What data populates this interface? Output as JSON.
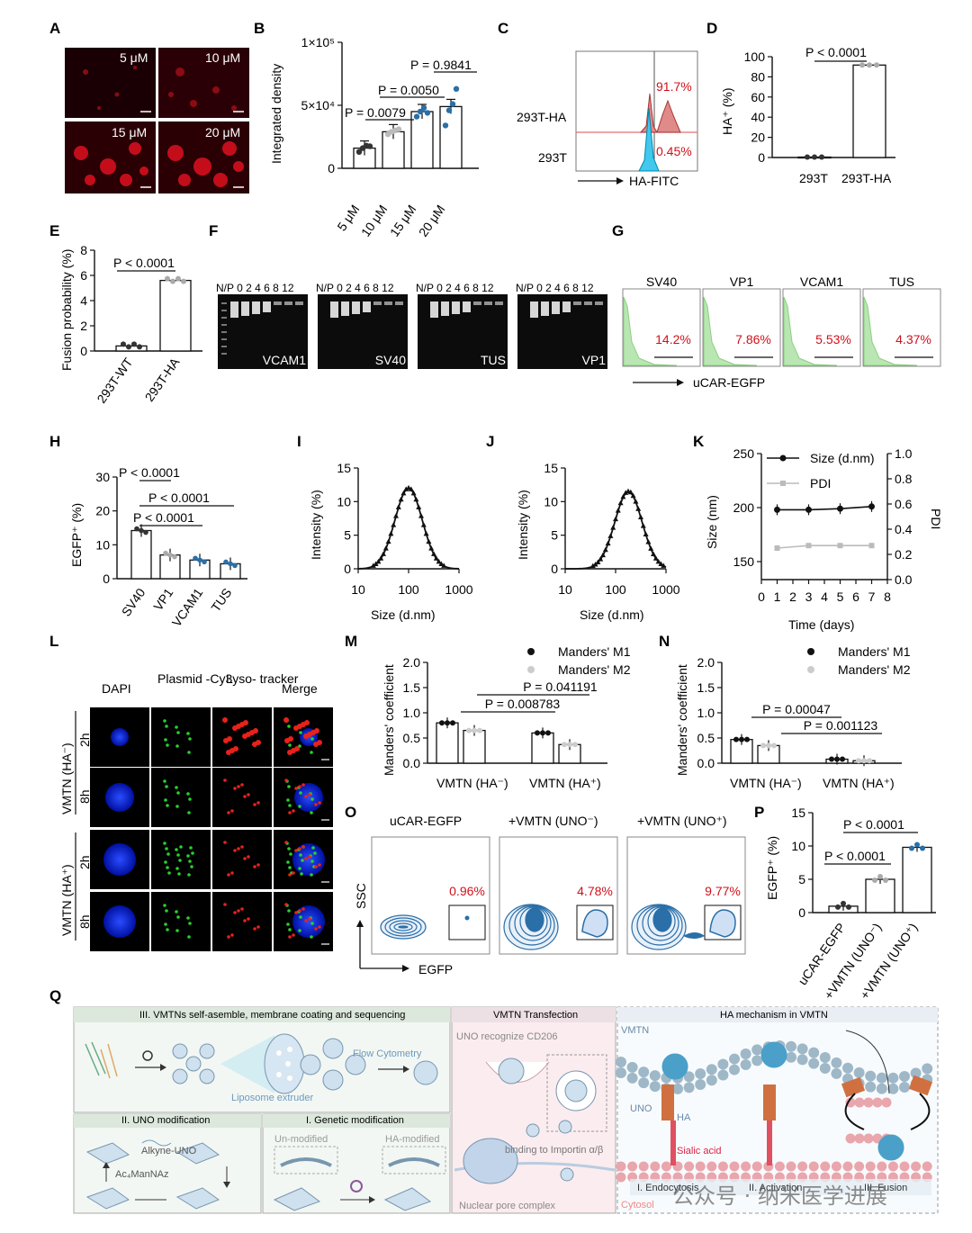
{
  "panel_letters": [
    "A",
    "B",
    "C",
    "D",
    "E",
    "F",
    "G",
    "H",
    "I",
    "J",
    "K",
    "L",
    "M",
    "N",
    "O",
    "P",
    "Q"
  ],
  "A": {
    "labels": [
      "5 μM",
      "10 μM",
      "15 μM",
      "20 μM"
    ]
  },
  "chart_data": [
    {
      "id": "B",
      "type": "bar",
      "ylabel": "Integrated density",
      "yticks": [
        "0",
        "5×10⁴",
        "1×10⁵"
      ],
      "ylim": [
        0,
        100000
      ],
      "categories": [
        "5 μM",
        "10 μM",
        "15 μM",
        "20 μM"
      ],
      "values": [
        16000,
        29000,
        45000,
        49000
      ],
      "points": [
        [
          13000,
          16000,
          18000,
          17500
        ],
        [
          27000,
          29000,
          30000,
          31000
        ],
        [
          41000,
          45000,
          48000,
          44000
        ],
        [
          34000,
          46000,
          51000,
          63000
        ]
      ],
      "pvalues": [
        "P = 0.0079",
        "P = 0.0050",
        "P = 0.9841"
      ]
    },
    {
      "id": "D",
      "type": "bar",
      "ylabel": "HA⁺ (%)",
      "yticks": [
        "0",
        "20",
        "40",
        "60",
        "80",
        "100"
      ],
      "ylim": [
        0,
        100
      ],
      "categories": [
        "293T",
        "293T-HA"
      ],
      "values": [
        0.45,
        91.7
      ],
      "pvalues": [
        "P < 0.0001"
      ]
    },
    {
      "id": "E",
      "type": "bar",
      "ylabel": "Fusion probability (%)",
      "yticks": [
        "0",
        "2",
        "4",
        "6",
        "8"
      ],
      "ylim": [
        0,
        8
      ],
      "categories": [
        "293T-WT",
        "293T-HA"
      ],
      "values": [
        0.4,
        5.6
      ],
      "pvalues": [
        "P < 0.0001"
      ]
    },
    {
      "id": "H",
      "type": "bar",
      "ylabel": "EGFP⁺ (%)",
      "yticks": [
        "0",
        "10",
        "20",
        "30"
      ],
      "ylim": [
        0,
        30
      ],
      "categories": [
        "SV40",
        "VP1",
        "VCAM1",
        "TUS"
      ],
      "values": [
        14.2,
        7.0,
        5.5,
        4.4
      ],
      "pvalues": [
        "P < 0.0001",
        "P < 0.0001",
        "P < 0.0001"
      ]
    },
    {
      "id": "I",
      "type": "line",
      "xlabel": "Size (d.nm)",
      "ylabel": "Intensity (%)",
      "xticks": [
        "10",
        "100",
        "1000"
      ],
      "yticks": [
        "0",
        "5",
        "10",
        "15"
      ],
      "peak_x": 100,
      "peak_y": 12
    },
    {
      "id": "J",
      "type": "line",
      "xlabel": "Size (d.nm)",
      "ylabel": "Intensity (%)",
      "xticks": [
        "10",
        "100",
        "1000"
      ],
      "yticks": [
        "0",
        "5",
        "10",
        "15"
      ],
      "peak_x": 180,
      "peak_y": 11.5
    },
    {
      "id": "K",
      "type": "line",
      "xlabel": "Time (days)",
      "ylabel": "Size (nm)",
      "ylabel2": "PDI",
      "xticks": [
        "0",
        "1",
        "2",
        "3",
        "4",
        "5",
        "6",
        "7",
        "8"
      ],
      "yticks": [
        "150",
        "200",
        "250"
      ],
      "yticks2": [
        "0.0",
        "0.2",
        "0.4",
        "0.6",
        "0.8",
        "1.0"
      ],
      "series": [
        {
          "name": "Size (d.nm)",
          "x": [
            1,
            3,
            5,
            7
          ],
          "y": [
            198,
            198,
            199,
            201
          ]
        },
        {
          "name": "PDI",
          "x": [
            1,
            3,
            5,
            7
          ],
          "y": [
            0.25,
            0.27,
            0.27,
            0.27
          ]
        }
      ]
    },
    {
      "id": "M",
      "type": "bar",
      "ylabel": "Manders' coefficient",
      "yticks": [
        "0.0",
        "0.5",
        "1.0",
        "1.5",
        "2.0"
      ],
      "ylim": [
        0,
        2
      ],
      "categories": [
        "VMTN (HA⁻)",
        "VMTN (HA⁺)"
      ],
      "series": [
        {
          "name": "Manders' M1",
          "values": [
            0.8,
            0.6
          ]
        },
        {
          "name": "Manders' M2",
          "values": [
            0.65,
            0.37
          ]
        }
      ],
      "pvalues": [
        "P = 0.041191",
        "P = 0.008783"
      ]
    },
    {
      "id": "N",
      "type": "bar",
      "ylabel": "Manders' coefficient",
      "yticks": [
        "0.0",
        "0.5",
        "1.0",
        "1.5",
        "2.0"
      ],
      "ylim": [
        0,
        2
      ],
      "categories": [
        "VMTN (HA⁻)",
        "VMTN (HA⁺)"
      ],
      "series": [
        {
          "name": "Manders' M1",
          "values": [
            0.47,
            0.08
          ]
        },
        {
          "name": "Manders' M2",
          "values": [
            0.35,
            0.05
          ]
        }
      ],
      "pvalues": [
        "P = 0.00047",
        "P = 0.001123"
      ]
    },
    {
      "id": "P",
      "type": "bar",
      "ylabel": "EGFP⁺ (%)",
      "yticks": [
        "0",
        "5",
        "10",
        "15"
      ],
      "ylim": [
        0,
        15
      ],
      "categories": [
        "uCAR-EGFP",
        "+VMTN (UNO⁻)",
        "+VMTN (UNO⁺)"
      ],
      "values": [
        0.96,
        5.0,
        9.8
      ],
      "pvalues": [
        "P < 0.0001",
        "P < 0.0001"
      ]
    }
  ],
  "C": {
    "rows": [
      "293T-HA",
      "293T"
    ],
    "xlabel": "HA-FITC",
    "pct": [
      "91.7%",
      "0.45%"
    ]
  },
  "F": {
    "header": "N/P 0 2 4 6 8 12",
    "gels": [
      "VCAM1",
      "SV40",
      "TUS",
      "VP1"
    ]
  },
  "G": {
    "titles": [
      "SV40",
      "VP1",
      "VCAM1",
      "TUS"
    ],
    "pct": [
      "14.2%",
      "7.86%",
      "5.53%",
      "4.37%"
    ],
    "xlabel": "uCAR-EGFP"
  },
  "K": {
    "legend": [
      "Size (d.nm)",
      "PDI"
    ]
  },
  "L": {
    "cols": [
      "DAPI",
      "Plasmid -Cy3",
      "Lyso- tracker",
      "Merge"
    ],
    "groups": [
      "VMTN (HA⁻)",
      "VMTN (HA⁺)"
    ],
    "times": [
      "2h",
      "8h",
      "2h",
      "8h"
    ]
  },
  "M": {
    "legend": [
      "Manders' M1",
      "Manders' M2"
    ]
  },
  "O": {
    "titles": [
      "uCAR-EGFP",
      "+VMTN (UNO⁻)",
      "+VMTN (UNO⁺)"
    ],
    "pct": [
      "0.96%",
      "4.78%",
      "9.77%"
    ],
    "ylabel": "SSC",
    "xlabel": "EGFP"
  },
  "Q": {
    "box1": "III. VMTNs self-asemble, membrane coating and sequencing",
    "flow": "Flow Cytometry",
    "extruder": "Liposome extruder",
    "box2": "II. UNO modification",
    "alkyne": "Alkyne-UNO",
    "acman": "Ac₄ManNAz",
    "box3": "I. Genetic modification",
    "unmod": "Un-modified",
    "hamod": "HA-modified",
    "box4": "VMTN Transfection",
    "uno_cd206": "UNO recognize CD206",
    "importin": "binding to Importin α/β",
    "npc": "Nuclear pore complex",
    "box5": "HA mechanism in VMTN",
    "vmtn": "VMTN",
    "uno": "UNO",
    "ha": "HA",
    "sialic": "Sialic acid",
    "cytosol": "Cytosol",
    "steps": [
      "I. Endocytosis",
      "II. Activation",
      "III. Fusion"
    ],
    "watermark": "公众号 · 纳米医学进展"
  }
}
